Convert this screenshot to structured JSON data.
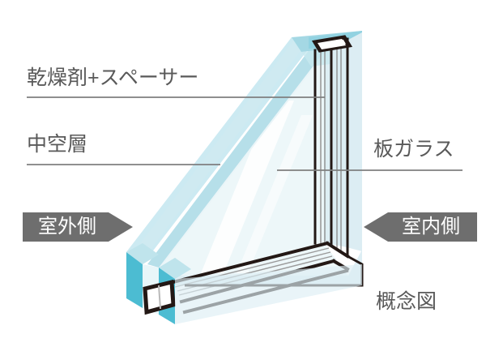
{
  "diagram": {
    "title_caption": "概念図",
    "labels": {
      "desiccant_spacer": "乾燥剤+スペーサー",
      "cavity": "中空層",
      "glass_pane": "板ガラス"
    },
    "badges": {
      "outside": "室外側",
      "inside": "室内側"
    },
    "colors": {
      "background": "#ffffff",
      "glass_face": "#e9f4f7",
      "glass_face_light": "#f2fafb",
      "glass_edge_cyan": "#4cbcd2",
      "glass_edge_pale": "#bfe4ec",
      "highlight_stripe": "#aadbe5",
      "outline_dark": "#231815",
      "text_gray": "#595959",
      "badge_gray": "#6e6e6e",
      "leader_line": "#7f7f7f"
    }
  }
}
